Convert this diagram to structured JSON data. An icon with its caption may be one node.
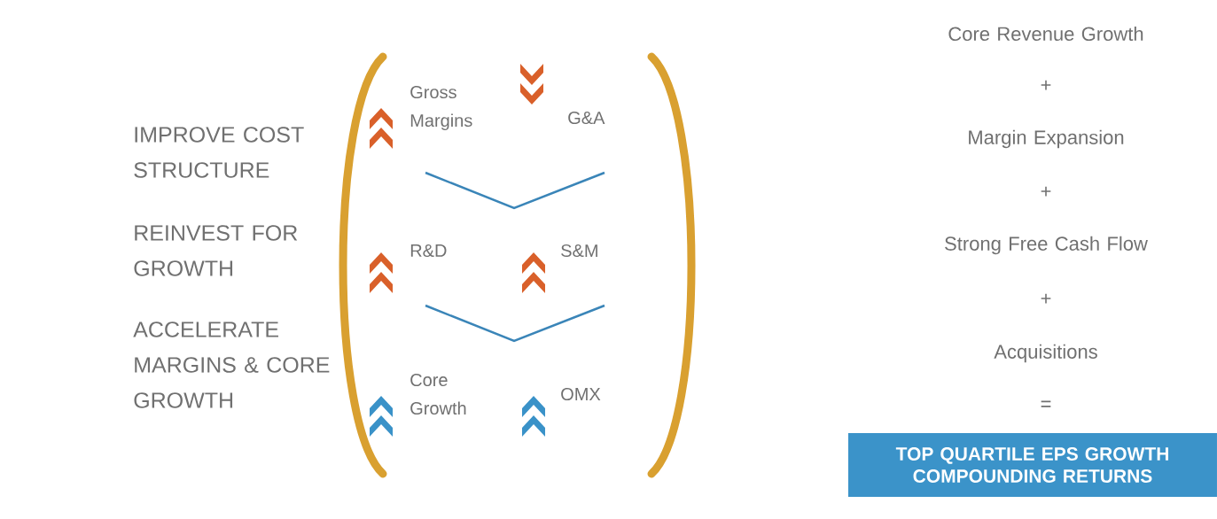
{
  "diagram": {
    "nodes": [
      {
        "text": [
          "TOP QUARTILE EPS GROWTH COMPOUNDING RETURNS"
        ]
      }
    ],
    "labels": [
      "IMPROVE COST STRUCTURE",
      "REINVEST FOR GROWTH",
      "ACCELERATE MARGINS & CORE GROWTH",
      "Gross Margins",
      "G&A",
      "R&D",
      "S&M",
      "Core Growth",
      "OMX",
      "Core Revenue Growth",
      "+",
      "Margin Expansion",
      "+",
      "Strong Free Cash Flow",
      "+",
      "Acquisitions",
      "="
    ]
  }
}
